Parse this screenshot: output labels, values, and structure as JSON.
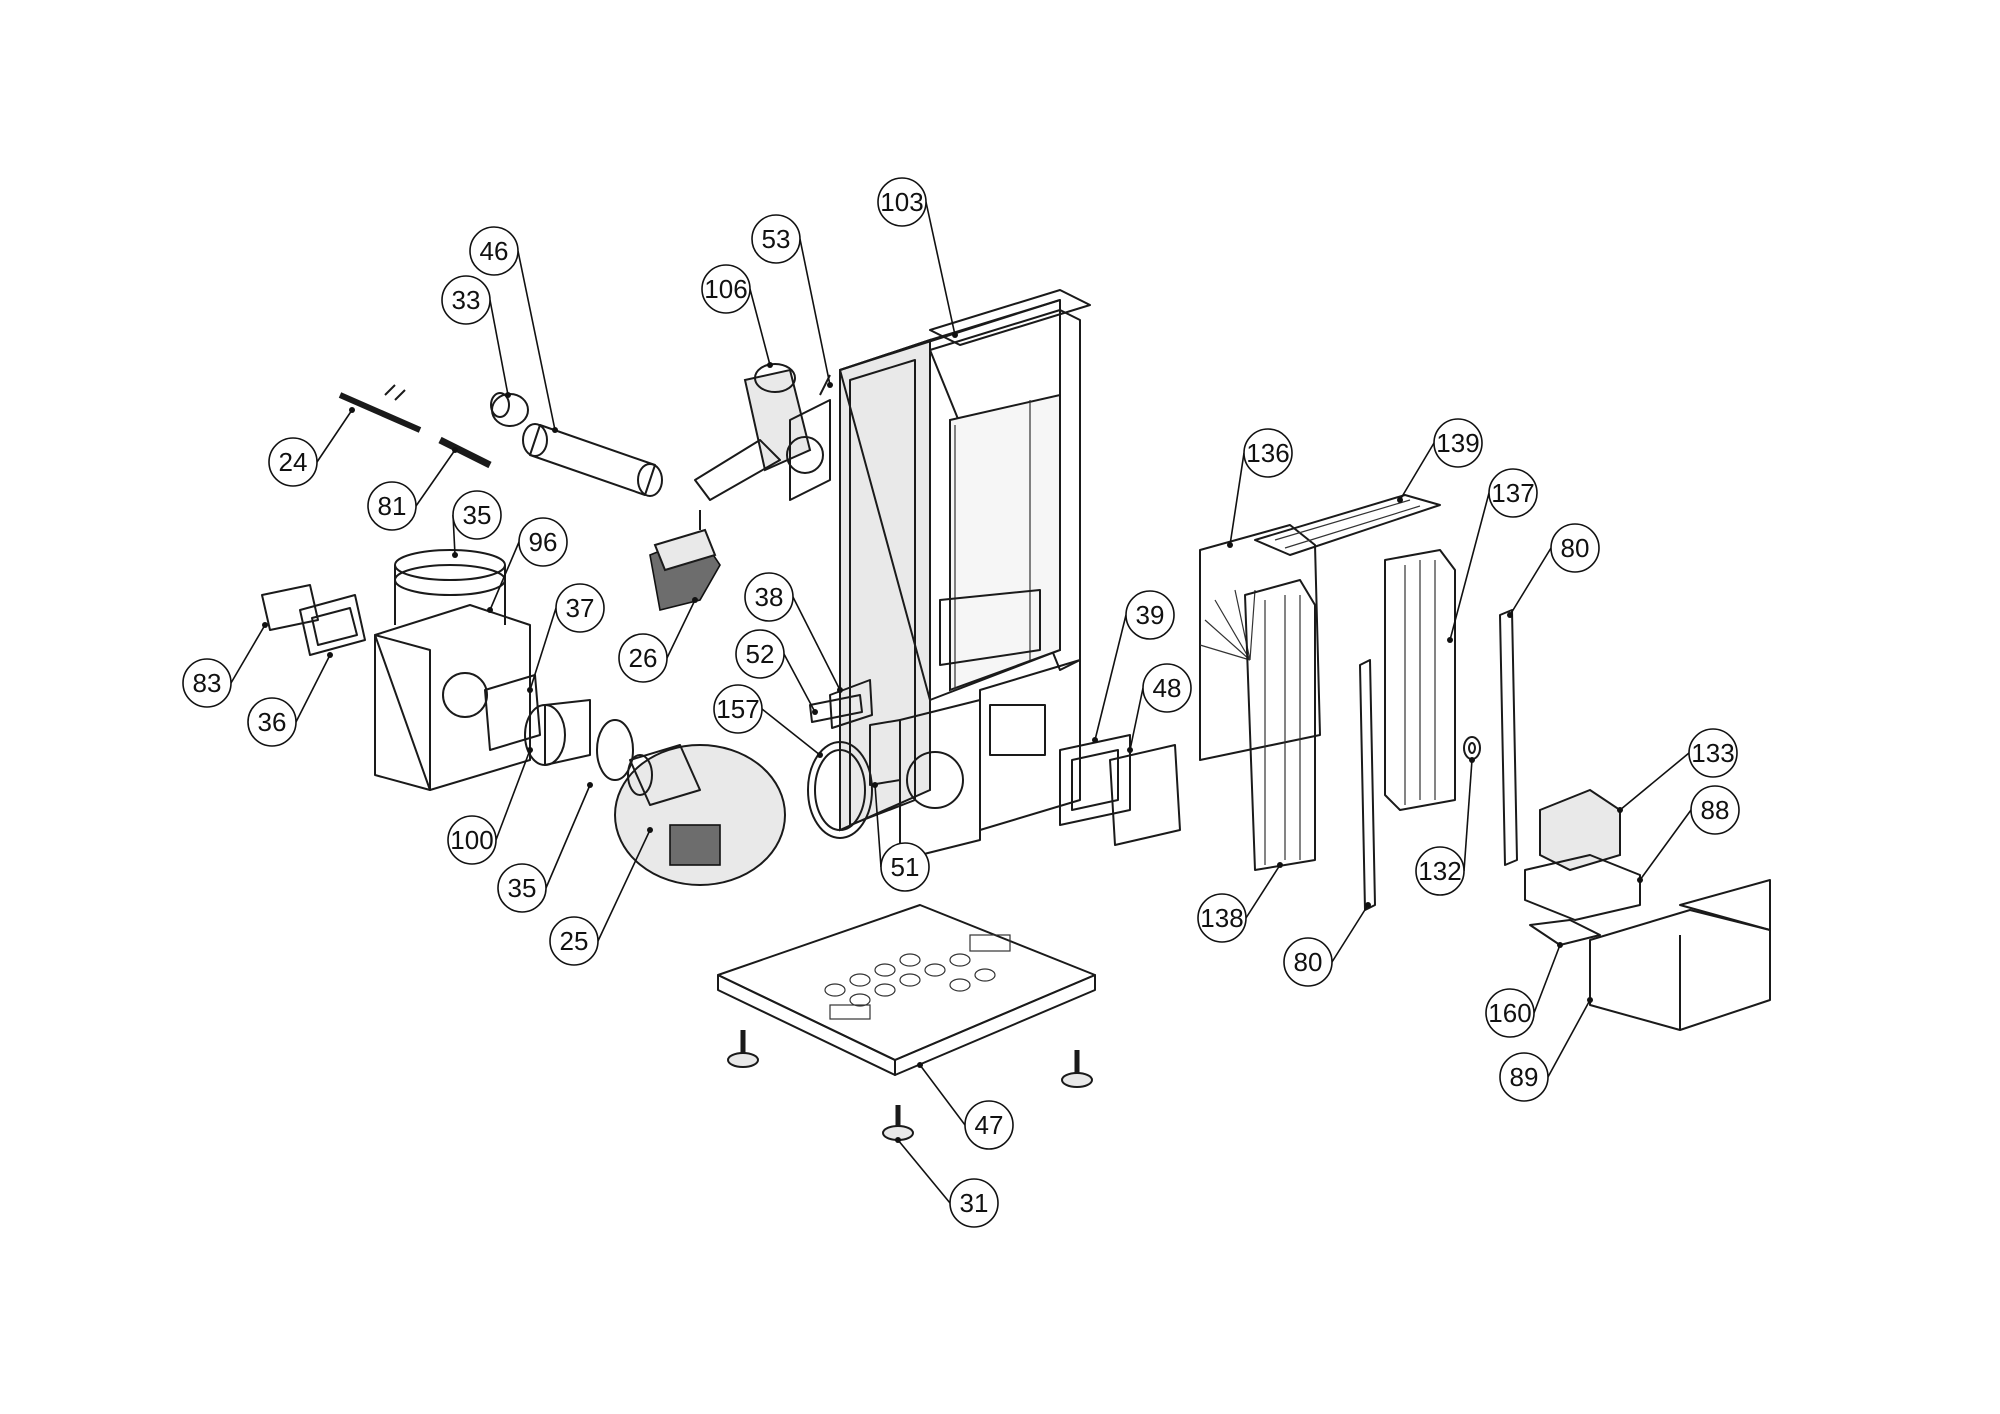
{
  "diagram": {
    "type": "exploded-parts-view",
    "callouts": [
      {
        "id": "c103",
        "label": "103"
      },
      {
        "id": "c53",
        "label": "53"
      },
      {
        "id": "c46",
        "label": "46"
      },
      {
        "id": "c106",
        "label": "106"
      },
      {
        "id": "c33",
        "label": "33"
      },
      {
        "id": "c24",
        "label": "24"
      },
      {
        "id": "c81",
        "label": "81"
      },
      {
        "id": "c35a",
        "label": "35"
      },
      {
        "id": "c96",
        "label": "96"
      },
      {
        "id": "c37",
        "label": "37"
      },
      {
        "id": "c83",
        "label": "83"
      },
      {
        "id": "c36",
        "label": "36"
      },
      {
        "id": "c26",
        "label": "26"
      },
      {
        "id": "c38",
        "label": "38"
      },
      {
        "id": "c52",
        "label": "52"
      },
      {
        "id": "c157",
        "label": "157"
      },
      {
        "id": "c100",
        "label": "100"
      },
      {
        "id": "c35b",
        "label": "35"
      },
      {
        "id": "c25",
        "label": "25"
      },
      {
        "id": "c51",
        "label": "51"
      },
      {
        "id": "c39",
        "label": "39"
      },
      {
        "id": "c48",
        "label": "48"
      },
      {
        "id": "c136",
        "label": "136"
      },
      {
        "id": "c139",
        "label": "139"
      },
      {
        "id": "c137",
        "label": "137"
      },
      {
        "id": "c80a",
        "label": "80"
      },
      {
        "id": "c133",
        "label": "133"
      },
      {
        "id": "c88",
        "label": "88"
      },
      {
        "id": "c132",
        "label": "132"
      },
      {
        "id": "c138",
        "label": "138"
      },
      {
        "id": "c80b",
        "label": "80"
      },
      {
        "id": "c160",
        "label": "160"
      },
      {
        "id": "c89",
        "label": "89"
      },
      {
        "id": "c47",
        "label": "47"
      },
      {
        "id": "c31",
        "label": "31"
      }
    ]
  }
}
